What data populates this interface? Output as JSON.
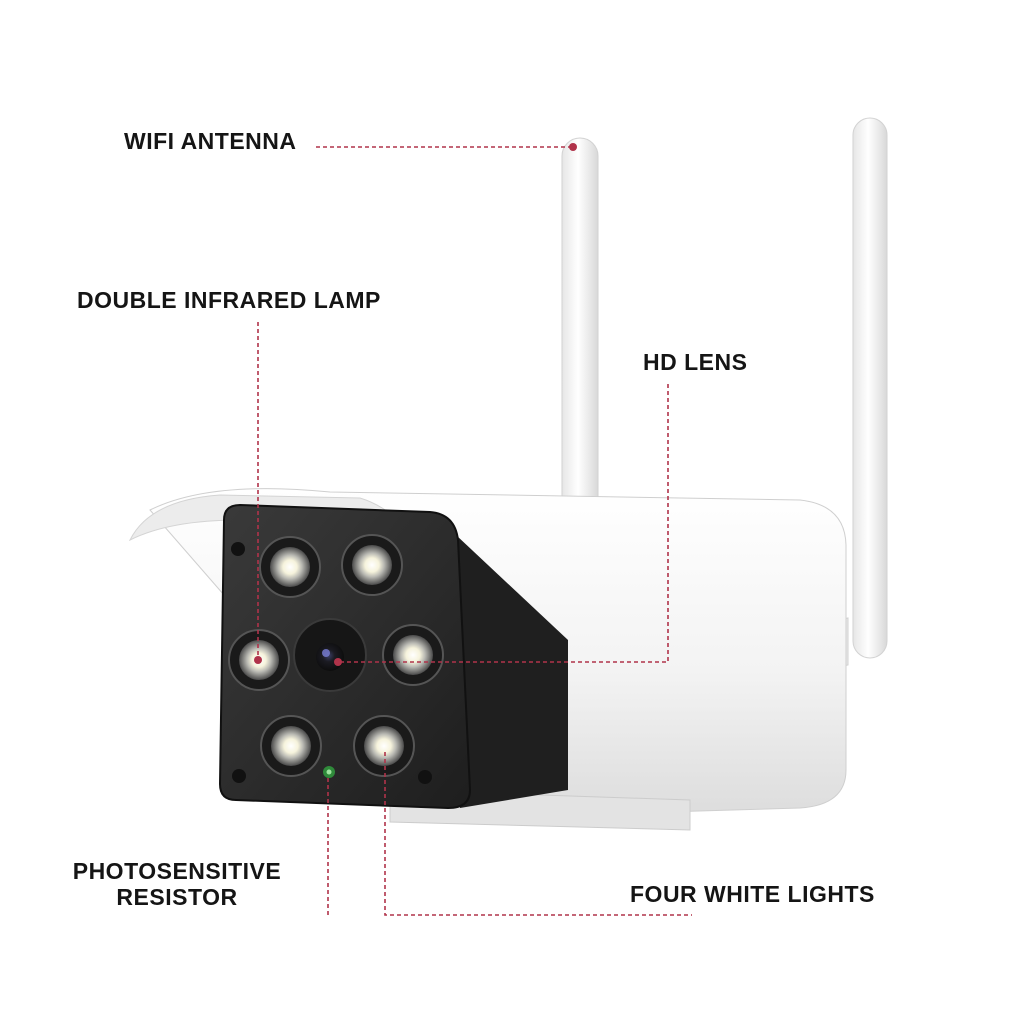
{
  "labels": {
    "wifi_antenna": "WIFI ANTENNA",
    "double_infrared_lamp": "DOUBLE INFRARED LAMP",
    "hd_lens": "HD LENS",
    "photosensitive_line1": "PHOTOSENSITIVE",
    "photosensitive_line2": "RESISTOR",
    "four_white_lights": "FOUR WHITE LIGHTS"
  },
  "colors": {
    "callout_line": "#b0334a",
    "label_text": "#151515",
    "camera_body": "#f4f4f4",
    "faceplate": "#2b2b2b",
    "background": "#ffffff"
  }
}
